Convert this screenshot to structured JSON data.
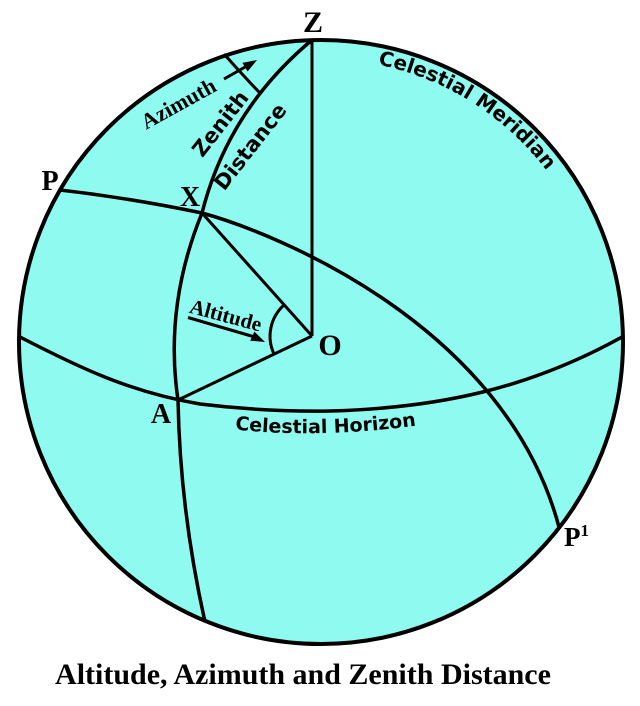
{
  "title": {
    "text": "Altitude, Azimuth and Zenith Distance"
  },
  "sphere": {
    "fill_color": "#8efaf0",
    "outline_color": "#000000"
  },
  "point_labels": {
    "zenith": "Z",
    "pole_p": "P",
    "body_x": "X",
    "origin_o": "O",
    "horizon_a": "A",
    "pole_p1_base": "P",
    "pole_p1_sup": "1"
  },
  "circle_labels": {
    "meridian": "Celestial Meridian",
    "horizon": "Celestial Horizon"
  },
  "measure_labels": {
    "azimuth": "Azimuth",
    "zenith_distance_word1": "Zenith",
    "zenith_distance_word2": "Distance",
    "altitude": "Altitude"
  }
}
